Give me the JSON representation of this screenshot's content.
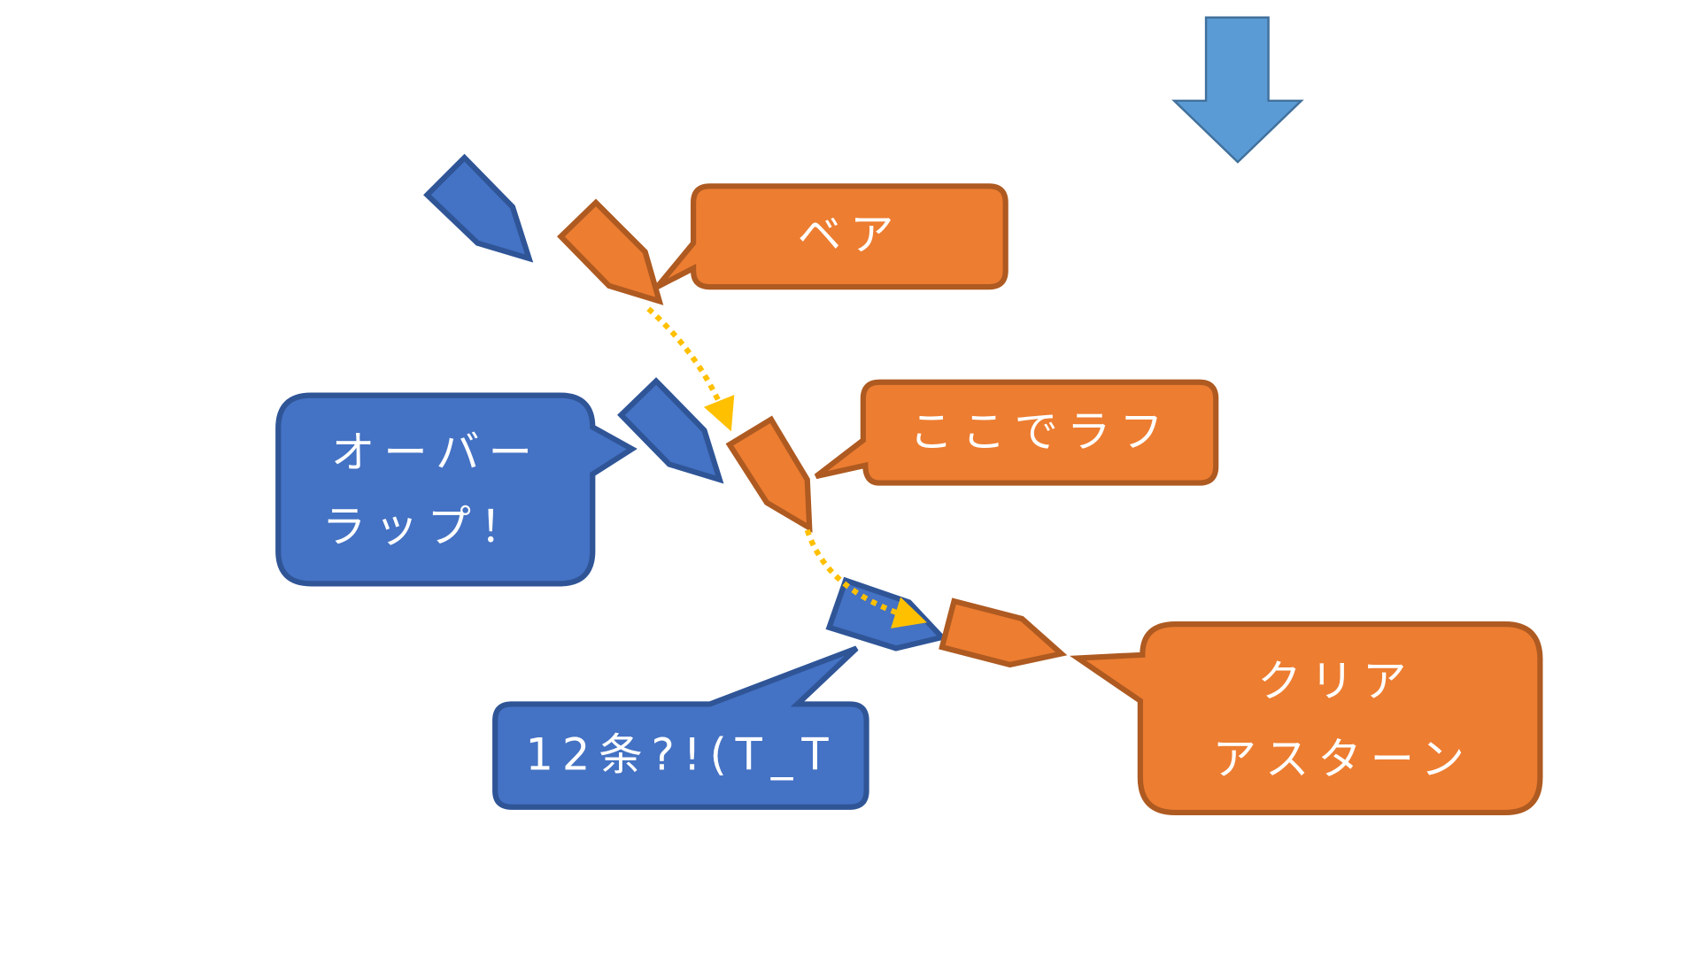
{
  "colors": {
    "blue_fill": "#4472c4",
    "blue_stroke": "#2f5597",
    "orange_fill": "#ed7d31",
    "orange_stroke": "#ae5a21",
    "arrow_fill": "#5b9bd5",
    "arrow_stroke": "#41719c",
    "dotted_path": "#ffc000"
  },
  "callouts": {
    "bear": "ベア",
    "rough": "ここでラフ",
    "overlap_line1": "オーバー",
    "overlap_line2": "ラップ！",
    "rule12": "12条?!(T_T",
    "clear_line1": "クリア",
    "clear_line2": "アスターン"
  }
}
